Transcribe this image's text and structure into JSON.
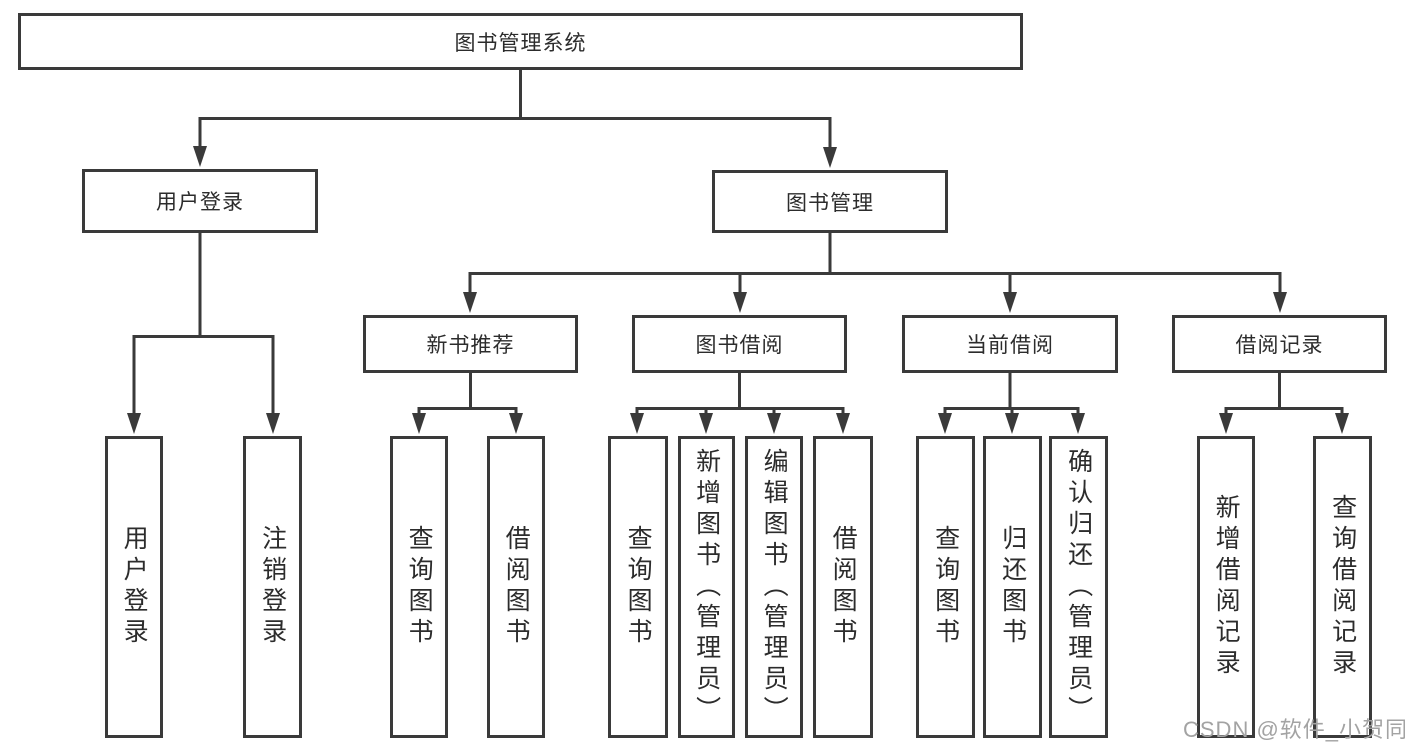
{
  "colors": {
    "line": "#3a3a3a",
    "text": "#2c2c2c",
    "box_background": "#ffffff",
    "watermark": "#a3a3a3"
  },
  "tree": {
    "root": "图书管理系统",
    "children": [
      {
        "label": "用户登录",
        "children": [
          {
            "label": "用户登录"
          },
          {
            "label": "注销登录"
          }
        ]
      },
      {
        "label": "图书管理",
        "children": [
          {
            "label": "新书推荐",
            "children": [
              {
                "label": "查询图书"
              },
              {
                "label": "借阅图书"
              }
            ]
          },
          {
            "label": "图书借阅",
            "children": [
              {
                "label": "查询图书"
              },
              {
                "label": "新增图书（管理员）"
              },
              {
                "label": "编辑图书（管理员）"
              },
              {
                "label": "借阅图书"
              }
            ]
          },
          {
            "label": "当前借阅",
            "children": [
              {
                "label": "查询图书"
              },
              {
                "label": "归还图书"
              },
              {
                "label": "确认归还（管理员）"
              }
            ]
          },
          {
            "label": "借阅记录",
            "children": [
              {
                "label": "新增借阅记录"
              },
              {
                "label": "查询借阅记录"
              }
            ]
          }
        ]
      }
    ]
  },
  "watermark": "CSDN @软件_小贺同学"
}
